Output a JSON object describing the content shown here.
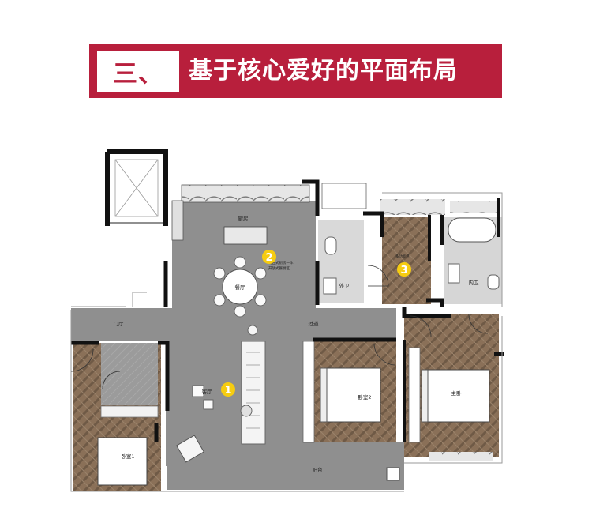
{
  "header": {
    "number": "三、",
    "title": "基于核心爱好的平面布局"
  },
  "rooms": {
    "kitchen": "厨房",
    "dining": "餐厅",
    "entrance": "门厅",
    "corridor": "过道",
    "guest_bath": "外卫",
    "master_bath": "内卫",
    "living": "客厅",
    "bedroom2": "卧室2",
    "master_bedroom": "主卧",
    "bedroom1": "卧室1",
    "balcony": "阳台"
  },
  "markers": [
    {
      "num": "1"
    },
    {
      "num": "2",
      "note_line1": "岛台式厨房一体",
      "note_line2": "开放式餐厨区"
    },
    {
      "num": "3",
      "note": "多功能区"
    }
  ],
  "colors": {
    "accent": "#b81f3c",
    "marker": "#f6cc10",
    "floor_gray": "#8f8f8f",
    "wood": "#8a7058"
  }
}
